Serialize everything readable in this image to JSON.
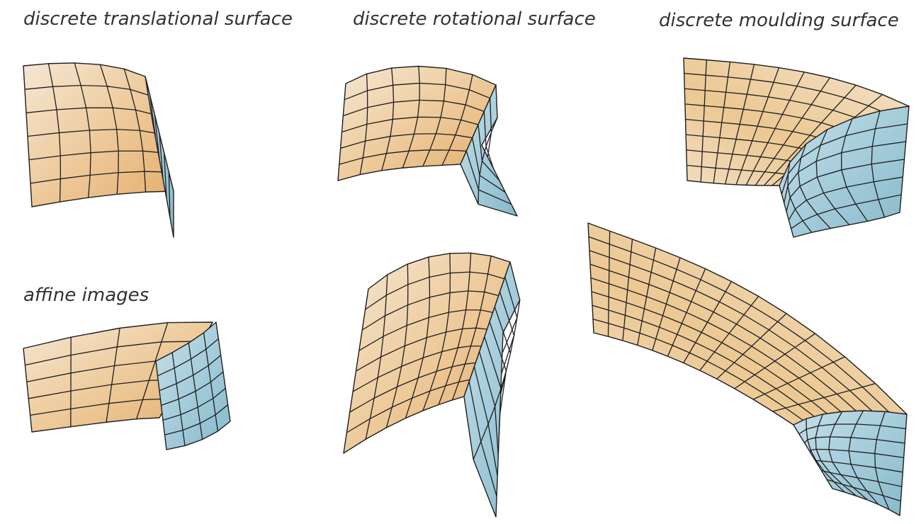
{
  "labels": {
    "translational": "discrete translational surface",
    "rotational": "discrete rotational surface",
    "moulding": "discrete moulding surface",
    "affine": "affine images"
  },
  "colors": {
    "surface_warm_light": "#f3e6d3",
    "surface_warm": "#ecc48f",
    "surface_warm_dark": "#e0a866",
    "surface_blue_light": "#b9d9e4",
    "surface_blue": "#8fc0d1",
    "edge": "#1e1e1e"
  }
}
